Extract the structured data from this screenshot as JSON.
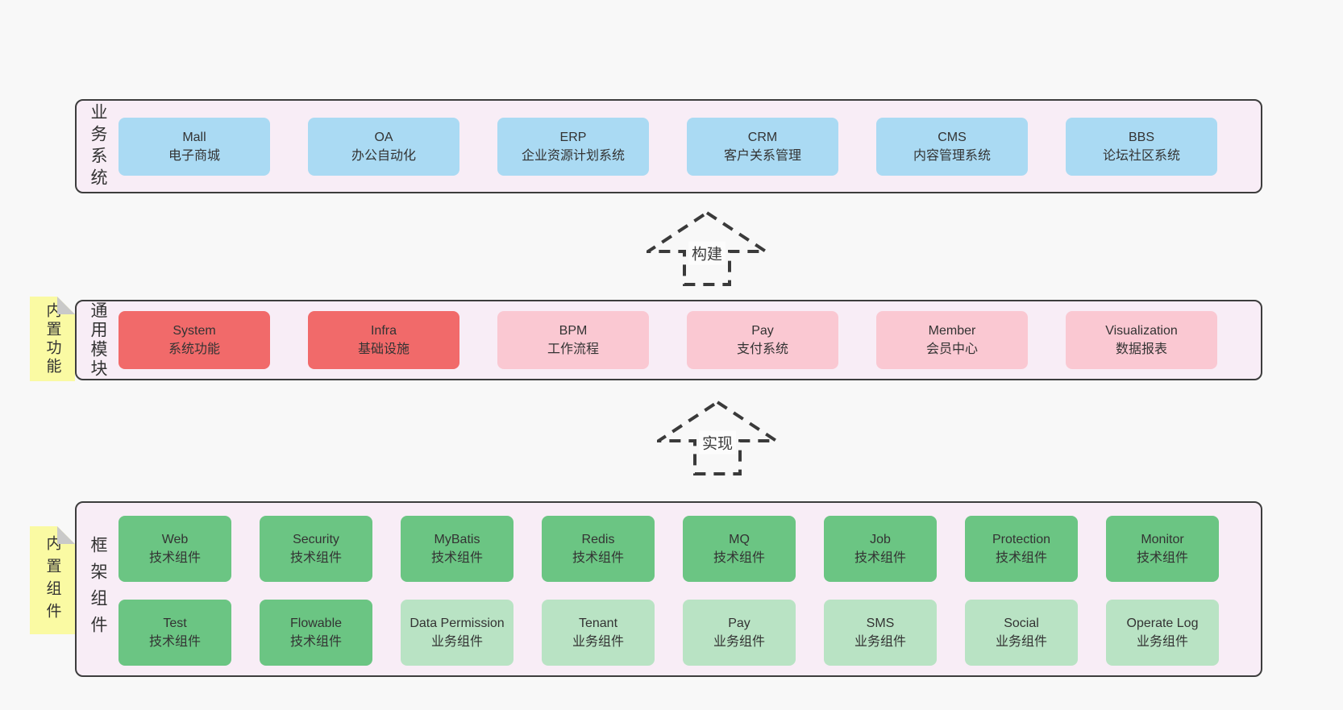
{
  "colors": {
    "page_bg": "#f8f8f8",
    "panel_bg": "#f8edf6",
    "panel_border": "#3d3d3d",
    "blue_box": "#aadaf3",
    "red_box": "#f16a6a",
    "pink_box": "#fac8d2",
    "green_box": "#6bc583",
    "light_green_box": "#b9e3c4",
    "sticky_yellow": "#fafaa3",
    "text": "#363636"
  },
  "top": {
    "label": "业务系统",
    "boxes": [
      {
        "name": "Mall",
        "desc": "电子商城"
      },
      {
        "name": "OA",
        "desc": "办公自动化"
      },
      {
        "name": "ERP",
        "desc": "企业资源计划系统"
      },
      {
        "name": "CRM",
        "desc": "客户关系管理"
      },
      {
        "name": "CMS",
        "desc": "内容管理系统"
      },
      {
        "name": "BBS",
        "desc": "论坛社区系统"
      }
    ]
  },
  "arrows": [
    {
      "label": "构建"
    },
    {
      "label": "实现"
    }
  ],
  "middle": {
    "label": "通用模块",
    "sticky": "内置功能",
    "boxes": [
      {
        "name": "System",
        "desc": "系统功能"
      },
      {
        "name": "Infra",
        "desc": "基础设施"
      },
      {
        "name": "BPM",
        "desc": "工作流程"
      },
      {
        "name": "Pay",
        "desc": "支付系统"
      },
      {
        "name": "Member",
        "desc": "会员中心"
      },
      {
        "name": "Visualization",
        "desc": "数据报表"
      }
    ]
  },
  "bottom": {
    "label": "框架组件",
    "sticky": "内置组件",
    "row1": [
      {
        "name": "Web",
        "desc": "技术组件"
      },
      {
        "name": "Security",
        "desc": "技术组件"
      },
      {
        "name": "MyBatis",
        "desc": "技术组件"
      },
      {
        "name": "Redis",
        "desc": "技术组件"
      },
      {
        "name": "MQ",
        "desc": "技术组件"
      },
      {
        "name": "Job",
        "desc": "技术组件"
      },
      {
        "name": "Protection",
        "desc": "技术组件"
      },
      {
        "name": "Monitor",
        "desc": "技术组件"
      }
    ],
    "row2": [
      {
        "name": "Test",
        "desc": "技术组件"
      },
      {
        "name": "Flowable",
        "desc": "技术组件"
      },
      {
        "name": "Data Permission",
        "desc": "业务组件"
      },
      {
        "name": "Tenant",
        "desc": "业务组件"
      },
      {
        "name": "Pay",
        "desc": "业务组件"
      },
      {
        "name": "SMS",
        "desc": "业务组件"
      },
      {
        "name": "Social",
        "desc": "业务组件"
      },
      {
        "name": "Operate Log",
        "desc": "业务组件"
      }
    ]
  }
}
